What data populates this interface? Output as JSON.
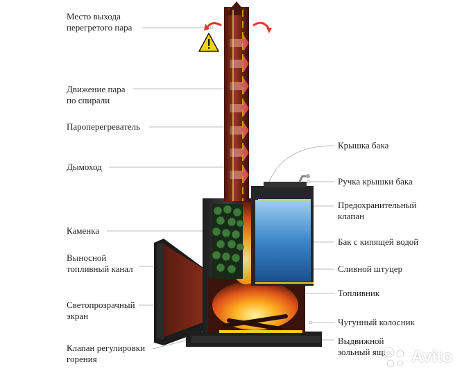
{
  "labels_left": [
    {
      "id": "steam-outlet",
      "lines": [
        "Место выхода",
        "перегретого пара"
      ]
    },
    {
      "id": "steam-spiral",
      "lines": [
        "Движение пара",
        "по спирали"
      ]
    },
    {
      "id": "superheater",
      "lines": [
        "Пароперегреватель"
      ]
    },
    {
      "id": "chimney",
      "lines": [
        "Дымоход"
      ]
    },
    {
      "id": "stone-chamber",
      "lines": [
        "Каменка"
      ]
    },
    {
      "id": "remote-fuel-channel",
      "lines": [
        "Выносной",
        "топливный канал"
      ]
    },
    {
      "id": "glass-screen",
      "lines": [
        "Светопрозрачный",
        "экран"
      ]
    },
    {
      "id": "combustion-valve",
      "lines": [
        "Клапан регулировки",
        "горения"
      ]
    }
  ],
  "labels_right": [
    {
      "id": "tank-lid",
      "lines": [
        "Крышка бака"
      ]
    },
    {
      "id": "tank-lid-handle",
      "lines": [
        "Ручка крышки бака"
      ]
    },
    {
      "id": "safety-valve",
      "lines": [
        "Предохранительный",
        "клапан"
      ]
    },
    {
      "id": "boiling-tank",
      "lines": [
        "Бак с кипящей водой"
      ]
    },
    {
      "id": "drain-fitting",
      "lines": [
        "Сливной штуцер"
      ]
    },
    {
      "id": "firebox",
      "lines": [
        "Топливник"
      ]
    },
    {
      "id": "cast-iron-grate",
      "lines": [
        "Чугунный колосник"
      ]
    },
    {
      "id": "ash-drawer",
      "lines": [
        "Выдвижной",
        "зольный ящик"
      ]
    }
  ],
  "watermark": {
    "text": "Avito"
  },
  "colors": {
    "chimney": "#8a2a18",
    "steel": "#2e2e2e",
    "fire": "#f08a1a",
    "water": "#3d86c9",
    "stones": "#3d7a3a",
    "guide": "#e8d21a",
    "arrow": "#e03a2a",
    "leader": "#9a9a9a"
  },
  "icons": [
    "warning-triangle-icon",
    "steam-arrow-icon",
    "avito-logo-icon"
  ]
}
